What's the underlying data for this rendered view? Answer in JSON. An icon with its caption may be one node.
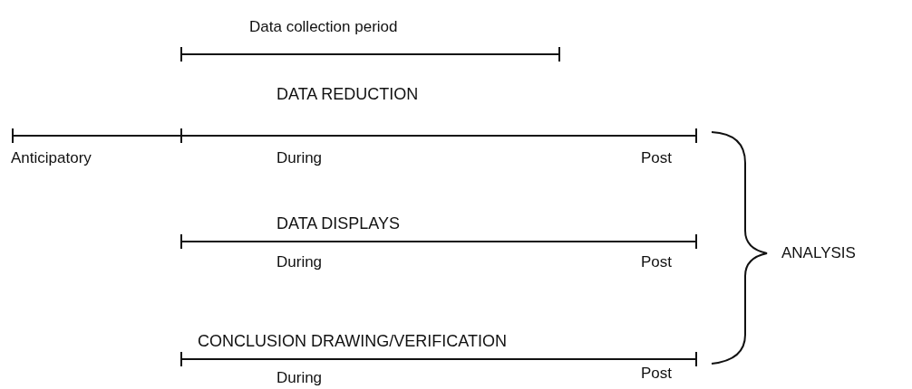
{
  "diagram": {
    "labels": [
      "Data collection period",
      "DATA REDUCTION",
      "Anticipatory",
      "During",
      "Post",
      "DATA DISPLAYS",
      "ANALYSIS",
      "During",
      "Post",
      "CONCLUSION DRAWING/VERIFICATION",
      "During",
      "Post"
    ]
  }
}
